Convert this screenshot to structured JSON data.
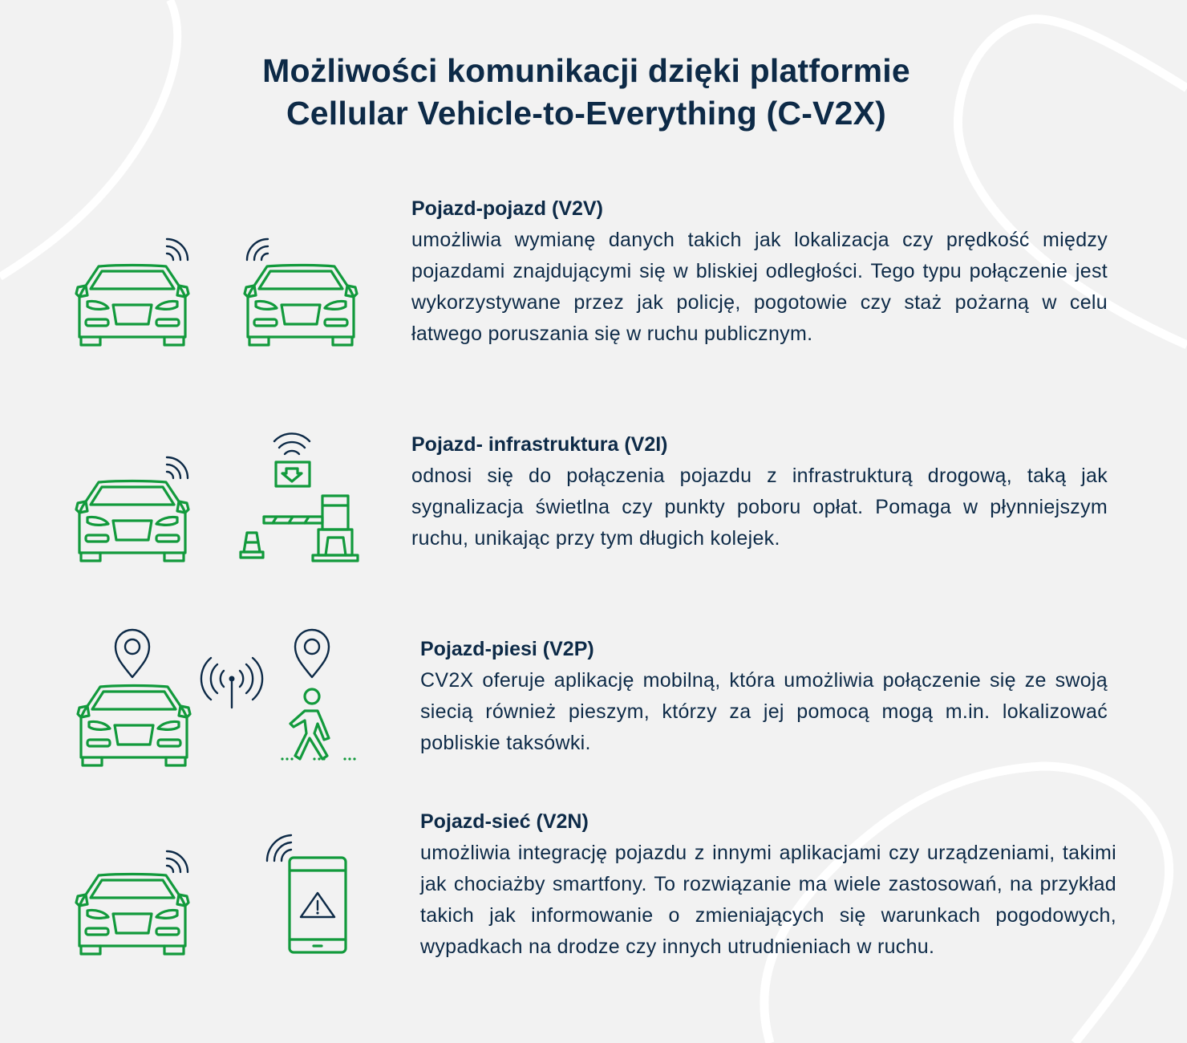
{
  "header": {
    "title_line1": "Możliwości komunikacji dzięki platformie",
    "title_line2": "Cellular Vehicle-to-Everything (C-V2X)"
  },
  "colors": {
    "background": "#f2f2f2",
    "text": "#0d2a47",
    "icon_green": "#129a3c",
    "icon_navy": "#0d2a47",
    "decorative_curve": "#ffffff"
  },
  "sections": [
    {
      "title": "Pojazd-pojazd (V2V)",
      "body": "umożliwia wymianę danych takich jak lokalizacja czy prędkość między pojazdami znajdującymi się w bliskiej odległości. Tego typu połączenie jest wykorzystywane przez jak policję, pogotowie czy staż pożarną w celu łatwego poruszania się w ruchu publicznym.",
      "icons": [
        "car-with-signal-icon",
        "car-with-signal-icon"
      ]
    },
    {
      "title": "Pojazd- infrastruktura (V2I)",
      "body": "odnosi się do połączenia pojazdu z infrastrukturą drogową, taką jak sygnalizacja świetlna czy punkty poboru opłat. Pomaga w płynniejszym ruchu, unikając przy tym długich kolejek.",
      "icons": [
        "car-with-signal-icon",
        "toll-gate-barrier-icon"
      ]
    },
    {
      "title": "Pojazd-piesi (V2P)",
      "body": "CV2X oferuje aplikację mobilną, która umożliwia połączenie się ze swoją siecią również pieszym, którzy za jej pomocą mogą m.in. lokalizować pobliskie taksówki.",
      "icons": [
        "car-with-location-pin-icon",
        "antenna-broadcast-icon",
        "pedestrian-with-location-pin-icon"
      ]
    },
    {
      "title": "Pojazd-sieć (V2N)",
      "body": "umożliwia integrację pojazdu z innymi aplikacjami czy urządzeniami, takimi jak chociażby smartfony. To rozwiązanie ma wiele zastosowań, na przykład takich jak informowanie o zmieniających się warunkach pogodowych, wypadkach na drodze czy innych utrudnieniach w ruchu.",
      "icons": [
        "car-with-signal-icon",
        "smartphone-warning-icon"
      ]
    }
  ]
}
